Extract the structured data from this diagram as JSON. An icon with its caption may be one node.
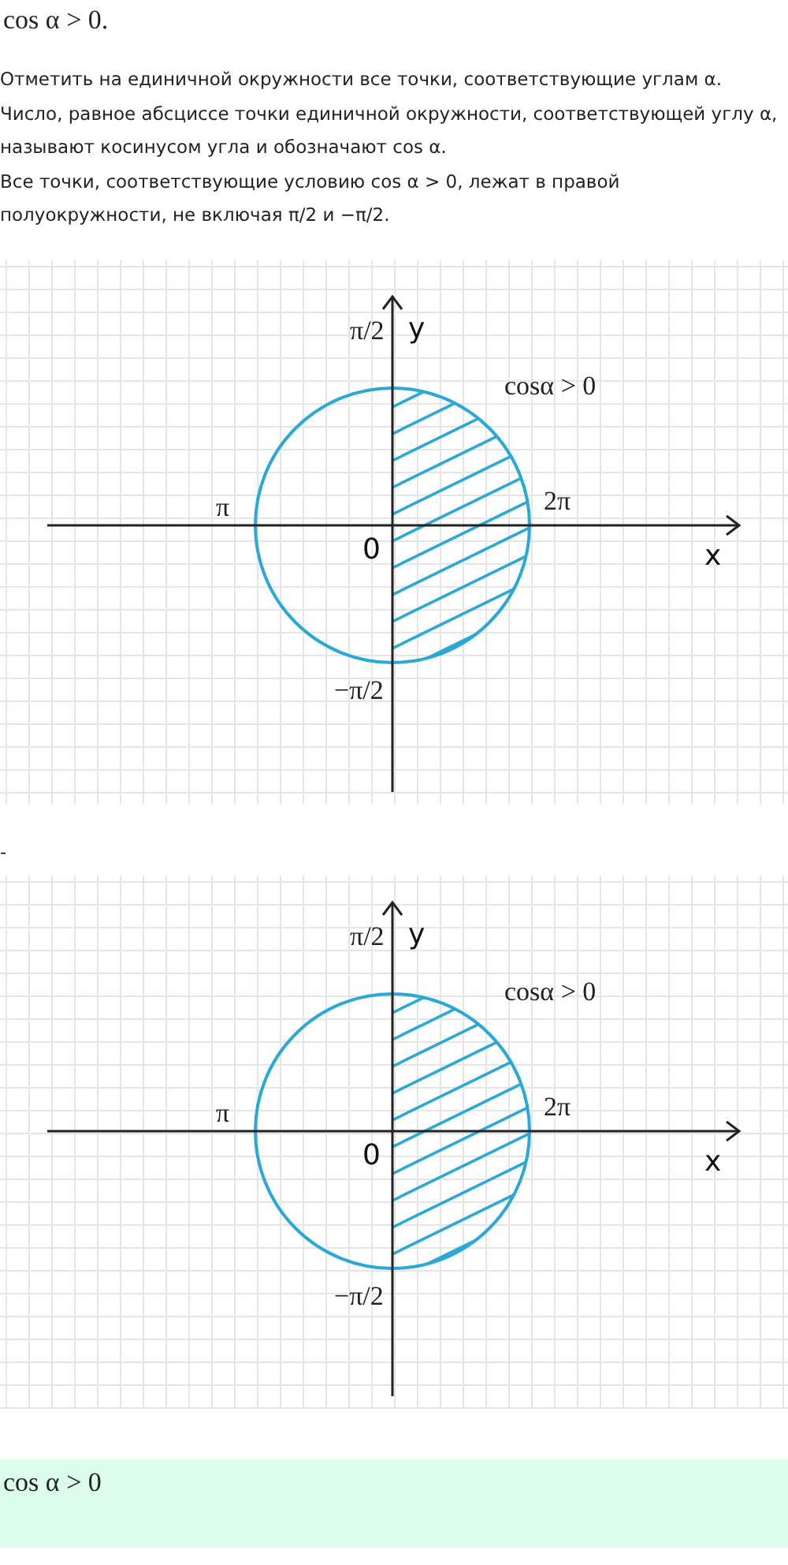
{
  "diagram": {
    "labels": [
      "cos α > 0.",
      "Отметить на единичной окружности все точки, соответствующие углам α.",
      "Число, равное абсциссе точки единичной окружности, соответствующей углу α, называют косинусом угла и обозначают cos α.",
      "Все точки, соответствующие условию cos α > 0, лежат в правой полуокружности, не включая π/2 и −π/2.",
      "π/2",
      "y",
      "cosα > 0",
      "π",
      "2π",
      "0",
      "x",
      "−π/2",
      "-",
      "π/2",
      "y",
      "cosα > 0",
      "π",
      "2π",
      "0",
      "x",
      "−π/2",
      "cos α > 0"
    ]
  }
}
